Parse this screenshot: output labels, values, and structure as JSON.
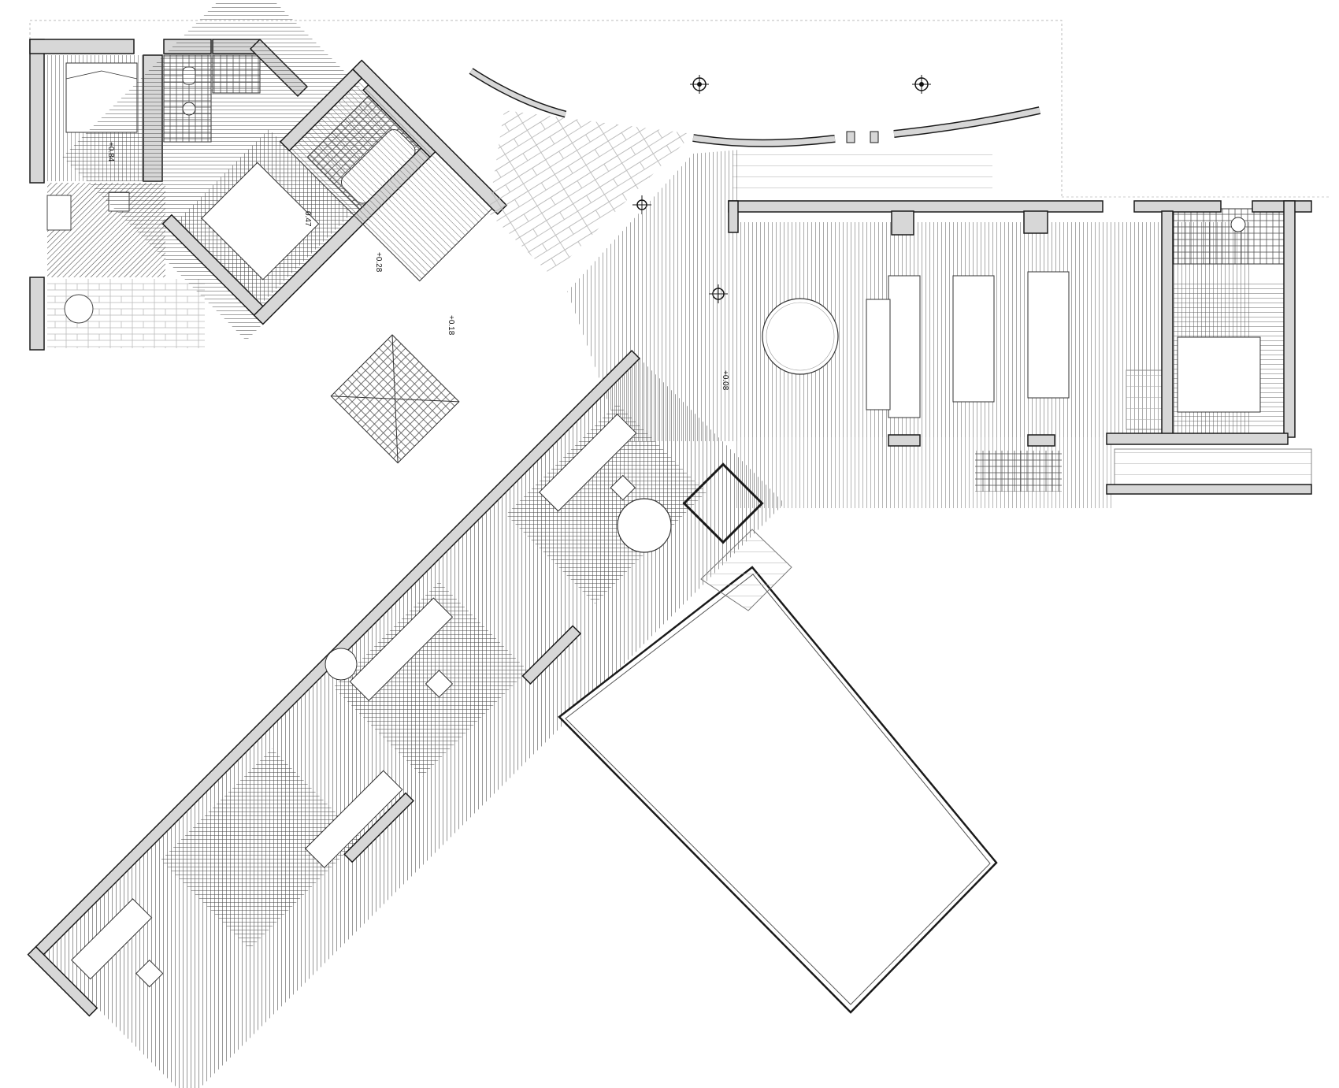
{
  "levels": {
    "bedroom_nw": "+0.84",
    "corridor_a": "0.47",
    "corridor_b": "+0.28",
    "hall": "+0.18",
    "living_east": "+0.08"
  },
  "colors": {
    "wall_fill": "#d7d7d7",
    "wall_stroke": "#1a1a1a",
    "hatch_dense": "#444444",
    "hatch_light": "#8a8a8a",
    "guide": "#b0b0b0",
    "background": "#ffffff"
  },
  "icons": {
    "survey_marker": "crosshair-circle-icon",
    "door_swing": "arc-icon",
    "sink": "sink-icon",
    "toilet": "toilet-icon"
  }
}
